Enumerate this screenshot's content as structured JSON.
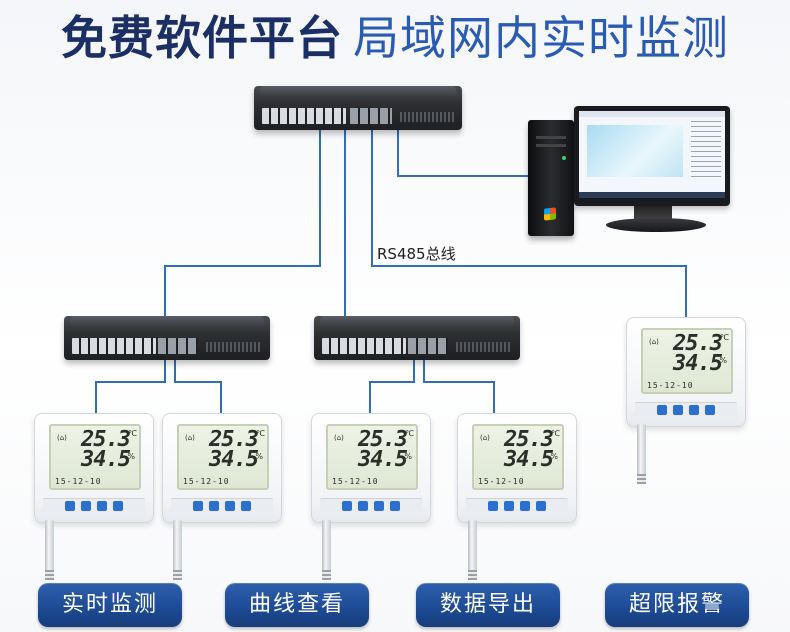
{
  "title": {
    "part1": "免费软件平台",
    "part2": "局域网内实时监测"
  },
  "bus_label": "RS485总线",
  "sensor_display": {
    "temperature": "25.3",
    "humidity": "34.5",
    "temp_unit": "℃",
    "humidity_unit": "%",
    "date": "15-12-10"
  },
  "features": [
    {
      "label": "实时监测"
    },
    {
      "label": "曲线查看"
    },
    {
      "label": "数据导出"
    },
    {
      "label": "超限报警"
    }
  ],
  "colors": {
    "title_dark": "#1c2f64",
    "title_blue": "#2a5bb3",
    "wire": "#2f6fb7",
    "button": "#1d4a93"
  }
}
